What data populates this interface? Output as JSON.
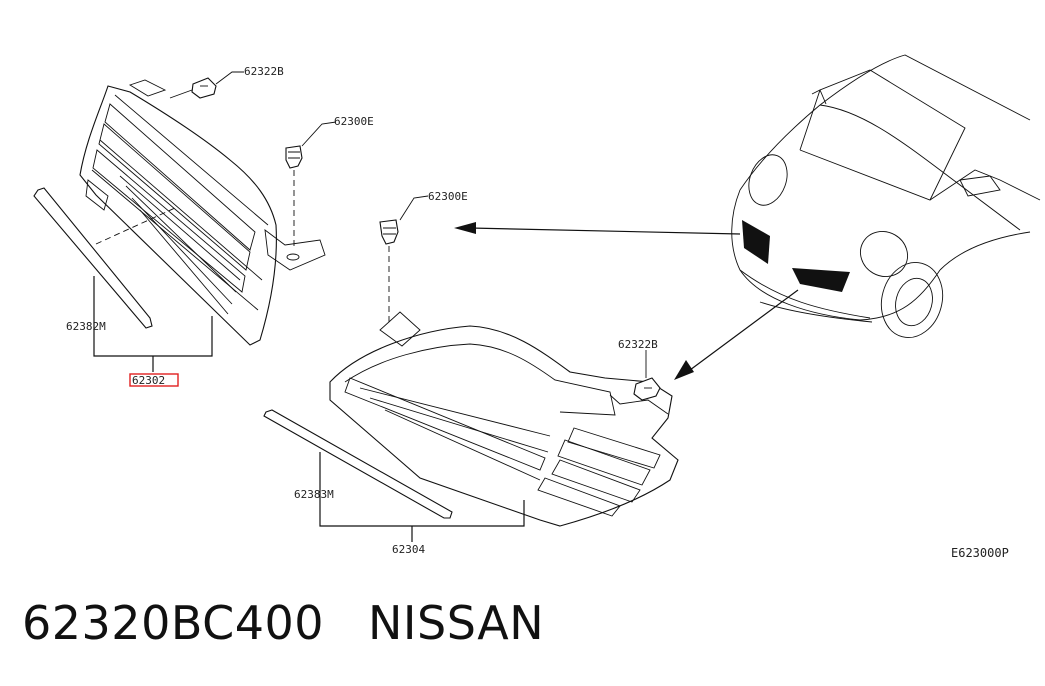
{
  "caption": {
    "part_number": "62320BC400",
    "brand": "NISSAN"
  },
  "diagram_id": "E623000P",
  "highlight_color": "#e02020",
  "callouts": {
    "grille_clip_left": "62322B",
    "grille_clip_right": "62322B",
    "fastener_left": "62300E",
    "fastener_center": "62300E",
    "moulding_upper": "62382M",
    "moulding_lower": "62383M",
    "grille_assembly_lower": "62304",
    "grille_assembly_upper_highlighted": "62302"
  }
}
